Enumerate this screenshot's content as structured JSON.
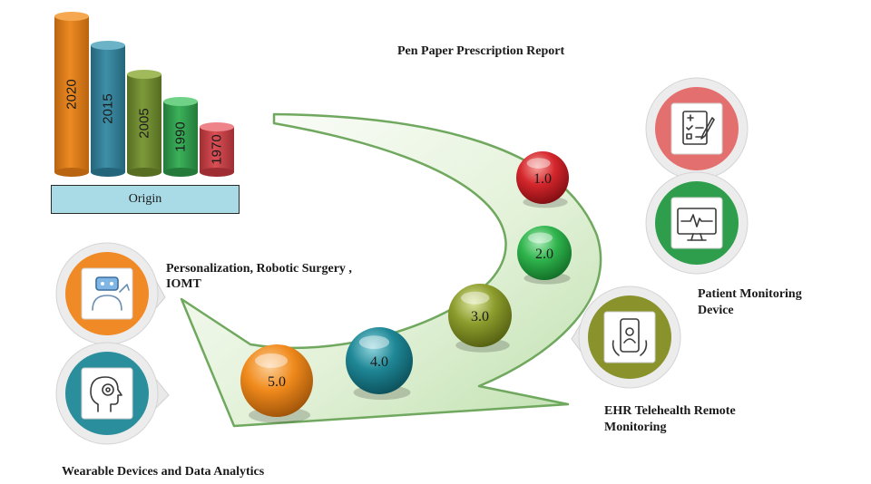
{
  "bars": [
    {
      "label": "2020",
      "color": "#ed8a22",
      "top": "#f6a850",
      "dark": "#b96410"
    },
    {
      "label": "2015",
      "color": "#3e8fa8",
      "top": "#6cb3c8",
      "dark": "#25657a"
    },
    {
      "label": "2005",
      "color": "#7d9a3a",
      "top": "#a1bb5c",
      "dark": "#566d22"
    },
    {
      "label": "1990",
      "color": "#3bb15a",
      "top": "#6fd287",
      "dark": "#237a3a"
    },
    {
      "label": "1970",
      "color": "#d94f55",
      "top": "#ee8489",
      "dark": "#9e2e33"
    }
  ],
  "origin_label": "Origin",
  "stages": [
    {
      "label": "1.0",
      "color": "#d4262c",
      "light": "#f5a09a",
      "dark": "#7a0c10"
    },
    {
      "label": "2.0",
      "color": "#2fb34c",
      "light": "#a9ecb6",
      "dark": "#106a25"
    },
    {
      "label": "3.0",
      "color": "#8c9c2c",
      "light": "#dbe6a0",
      "dark": "#515c10"
    },
    {
      "label": "4.0",
      "color": "#1f8796",
      "light": "#94d6de",
      "dark": "#0a4d57"
    },
    {
      "label": "5.0",
      "color": "#f08a1c",
      "light": "#fcd09a",
      "dark": "#9a5008"
    }
  ],
  "labels": {
    "pen_paper": "Pen Paper Prescription Report",
    "personalization_line1": "Personalization, Robotic Surgery ,",
    "personalization_line2": "IOMT",
    "patient_line1": "Patient Monitoring",
    "patient_line2": "Device",
    "ehr_line1": "EHR Telehealth Remote",
    "ehr_line2": "Monitoring",
    "wearable": "Wearable Devices and Data Analytics"
  },
  "callouts": [
    {
      "icon": "prescription-report-icon",
      "color": "#e46f6f"
    },
    {
      "icon": "monitor-heartbeat-icon",
      "color": "#2f9e4c"
    },
    {
      "icon": "smartphone-health-icon",
      "color": "#8a922c"
    },
    {
      "icon": "robot-surgery-icon",
      "color": "#ef8a26"
    },
    {
      "icon": "head-gear-icon",
      "color": "#2b8e9c"
    }
  ]
}
